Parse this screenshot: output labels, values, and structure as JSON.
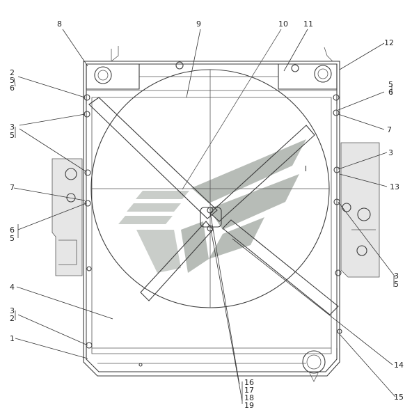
{
  "callouts": [
    {
      "id": "c1",
      "text": "1"
    },
    {
      "id": "c2a",
      "text": "2"
    },
    {
      "id": "c5a",
      "text": "5"
    },
    {
      "id": "c6a",
      "text": "6"
    },
    {
      "id": "c3a",
      "text": "3"
    },
    {
      "id": "c5b",
      "text": "5"
    },
    {
      "id": "c7a",
      "text": "7"
    },
    {
      "id": "c6b",
      "text": "6"
    },
    {
      "id": "c5c",
      "text": "5"
    },
    {
      "id": "c4",
      "text": "4"
    },
    {
      "id": "c3b",
      "text": "3"
    },
    {
      "id": "c2b",
      "text": "2"
    },
    {
      "id": "c8",
      "text": "8"
    },
    {
      "id": "c9",
      "text": "9"
    },
    {
      "id": "c10",
      "text": "10"
    },
    {
      "id": "c11",
      "text": "11"
    },
    {
      "id": "c12",
      "text": "12"
    },
    {
      "id": "c5d",
      "text": "5"
    },
    {
      "id": "c6c",
      "text": "6"
    },
    {
      "id": "c7b",
      "text": "7"
    },
    {
      "id": "c3c",
      "text": "3"
    },
    {
      "id": "c13",
      "text": "13"
    },
    {
      "id": "c3d",
      "text": "3"
    },
    {
      "id": "c5e",
      "text": "5"
    },
    {
      "id": "c14",
      "text": "14"
    },
    {
      "id": "c15",
      "text": "15"
    },
    {
      "id": "c16",
      "text": "16"
    },
    {
      "id": "c17",
      "text": "17"
    },
    {
      "id": "c18",
      "text": "18"
    },
    {
      "id": "c19",
      "text": "19"
    }
  ],
  "annotation_l": "l"
}
